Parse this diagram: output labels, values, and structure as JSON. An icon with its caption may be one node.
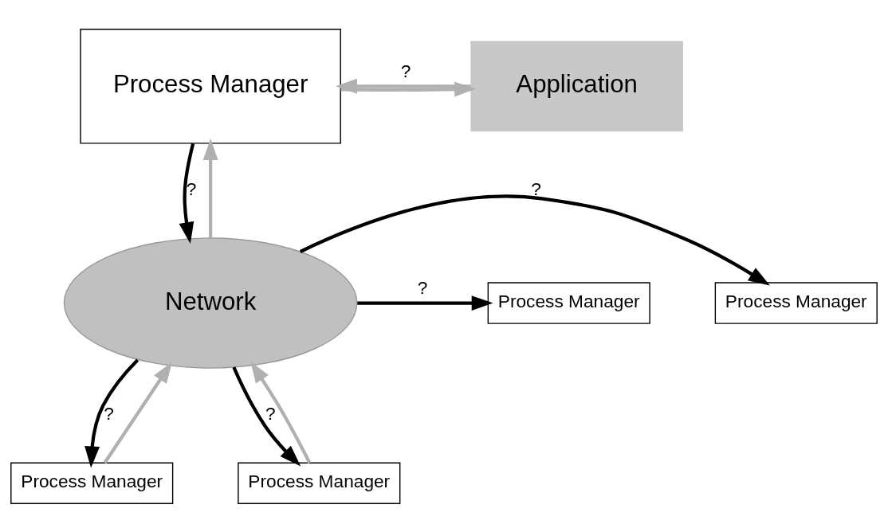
{
  "diagram": {
    "nodes": [
      {
        "text": [
          "Process Manager"
        ]
      },
      {
        "text": [
          "Application"
        ]
      },
      {
        "text": [
          "Network"
        ]
      },
      {
        "text": [
          "Process Manager"
        ]
      },
      {
        "text": [
          "Process Manager"
        ]
      },
      {
        "text": [
          "Process Manager"
        ]
      },
      {
        "text": [
          "Process Manager"
        ]
      }
    ],
    "edges": [
      {
        "from": 1,
        "to": 0,
        "arrow": "to",
        "label": "?",
        "color": "#b0b0b0"
      },
      {
        "from": 0,
        "to": 1,
        "arrow": "to",
        "color": "#b0b0b0"
      },
      {
        "from": 2,
        "to": 0,
        "arrow": "to",
        "color": "#b0b0b0"
      },
      {
        "from": 0,
        "to": 2,
        "arrow": "to",
        "label": "?",
        "color": "#000000"
      },
      {
        "from": 2,
        "to": 3,
        "arrow": "to",
        "label": "?",
        "color": "#000000"
      },
      {
        "from": 2,
        "to": 4,
        "arrow": "to",
        "label": "?",
        "color": "#000000"
      },
      {
        "from": 5,
        "to": 2,
        "arrow": "to",
        "color": "#b0b0b0"
      },
      {
        "from": 2,
        "to": 5,
        "arrow": "to",
        "label": "?",
        "color": "#000000"
      },
      {
        "from": 6,
        "to": 2,
        "arrow": "to",
        "color": "#b0b0b0"
      },
      {
        "from": 2,
        "to": 6,
        "arrow": "to",
        "label": "?",
        "color": "#000000"
      }
    ]
  }
}
